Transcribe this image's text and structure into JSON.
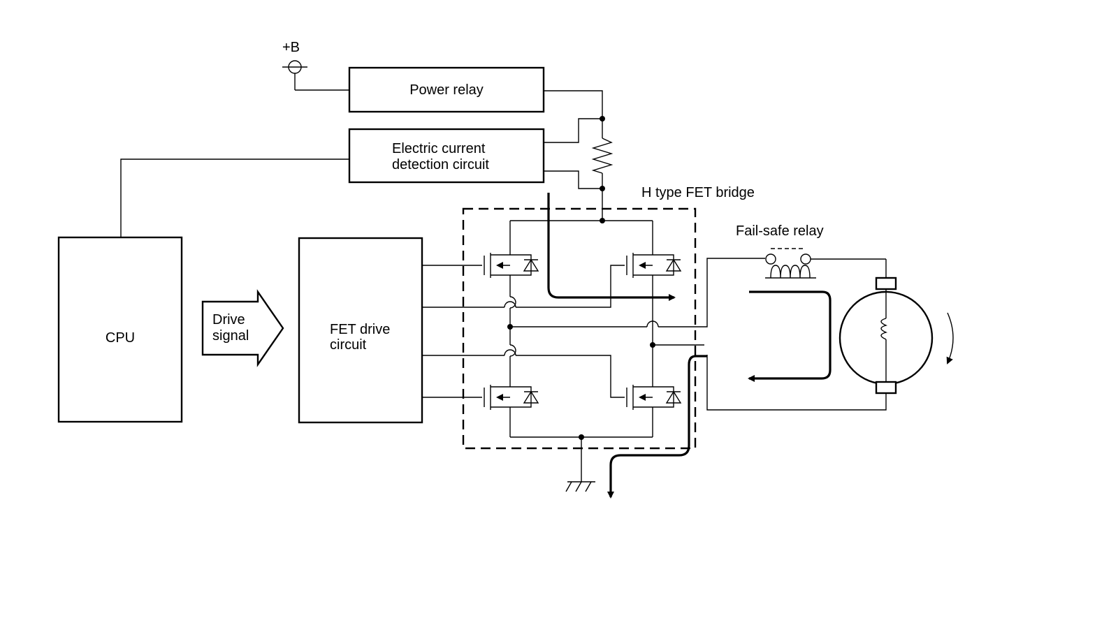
{
  "diagram": {
    "supply_label": "+B",
    "blocks": {
      "power_relay": "Power relay",
      "current_detection_line1": "Electric current",
      "current_detection_line2": "detection circuit",
      "cpu": "CPU",
      "drive_signal_line1": "Drive",
      "drive_signal_line2": "signal",
      "fet_drive_line1": "FET drive",
      "fet_drive_line2": "circuit"
    },
    "labels": {
      "bridge": "H type FET bridge",
      "failsafe": "Fail-safe relay"
    }
  }
}
